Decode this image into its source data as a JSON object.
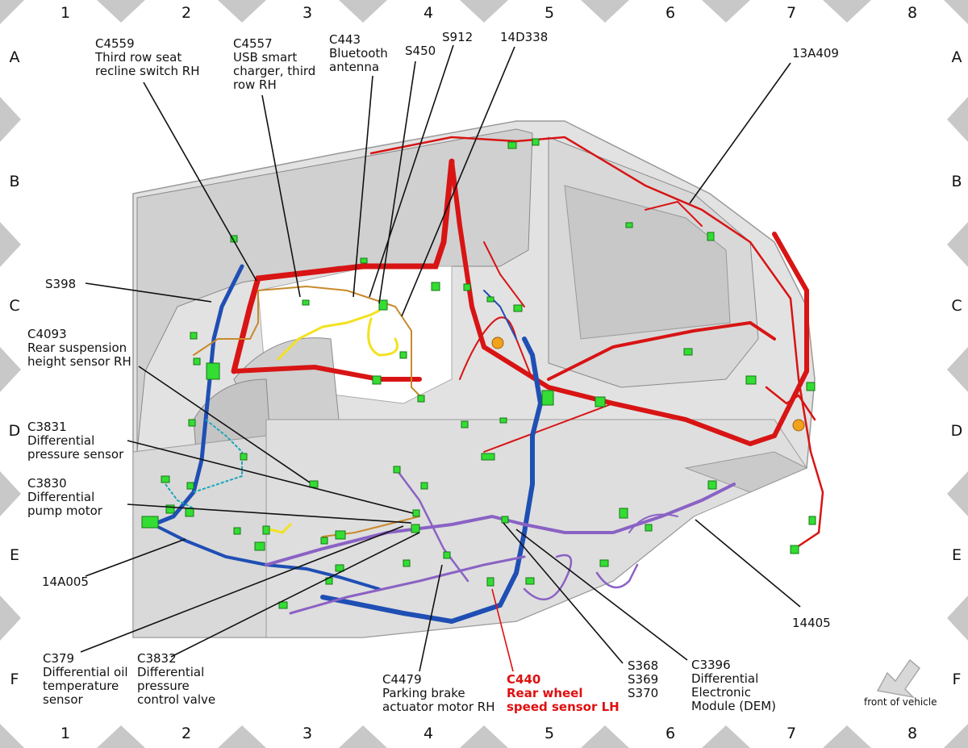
{
  "grid": {
    "columns": [
      "1",
      "2",
      "3",
      "4",
      "5",
      "6",
      "7",
      "8"
    ],
    "rows": [
      "A",
      "B",
      "C",
      "D",
      "E",
      "F"
    ]
  },
  "callouts": {
    "c4559": [
      "C4559",
      "Third row seat",
      "recline switch RH"
    ],
    "c4557": [
      "C4557",
      "USB smart",
      "charger, third",
      "row RH"
    ],
    "c443": [
      "C443",
      "Bluetooth",
      "antenna"
    ],
    "s450": [
      "S450"
    ],
    "s912": [
      "S912"
    ],
    "n14d338": [
      "14D338"
    ],
    "n13a409": [
      "13A409"
    ],
    "s398": [
      "S398"
    ],
    "c4093": [
      "C4093",
      "Rear suspension",
      "height sensor RH"
    ],
    "c3831": [
      "C3831",
      "Differential",
      "pressure sensor"
    ],
    "c3830": [
      "C3830",
      "Differential",
      "pump motor"
    ],
    "n14a005": [
      "14A005"
    ],
    "n14405": [
      "14405"
    ],
    "c379": [
      "C379",
      "Differential oil",
      "temperature",
      "sensor"
    ],
    "c3832": [
      "C3832",
      "Differential",
      "pressure",
      "control valve"
    ],
    "c4479": [
      "C4479",
      "Parking brake",
      "actuator motor RH"
    ],
    "c440": [
      "C440",
      "Rear wheel",
      "speed sensor LH"
    ],
    "s368": [
      "S368",
      "S369",
      "S370"
    ],
    "c3396": [
      "C3396",
      "Differential",
      "Electronic",
      "Module (DEM)"
    ]
  },
  "front_of_vehicle": "front of vehicle",
  "colors": {
    "harness_red": "#d81414",
    "harness_blue": "#1f4fb4",
    "harness_purple": "#8a62c4",
    "harness_yellow": "#f2e21e",
    "harness_orange": "#c8892a",
    "harness_teal": "#1aa8b8",
    "connector_green": "#33dd33",
    "body_gray": "#d4d4d4",
    "highlight_red": "#e01010"
  }
}
